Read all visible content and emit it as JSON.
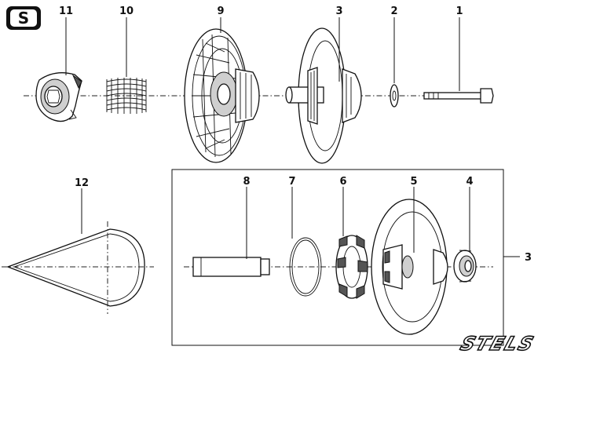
{
  "brand": {
    "logo_letter": "S",
    "wordmark": "STELS"
  },
  "callouts": {
    "p1": "1",
    "p2": "2",
    "p3_top": "3",
    "p3_right": "3",
    "p4": "4",
    "p5": "5",
    "p6": "6",
    "p7": "7",
    "p8": "8",
    "p9": "9",
    "p10": "10",
    "p11": "11",
    "p12": "12"
  },
  "colors": {
    "line": "#111111",
    "shade": "#cfcfcf",
    "background": "#ffffff"
  }
}
